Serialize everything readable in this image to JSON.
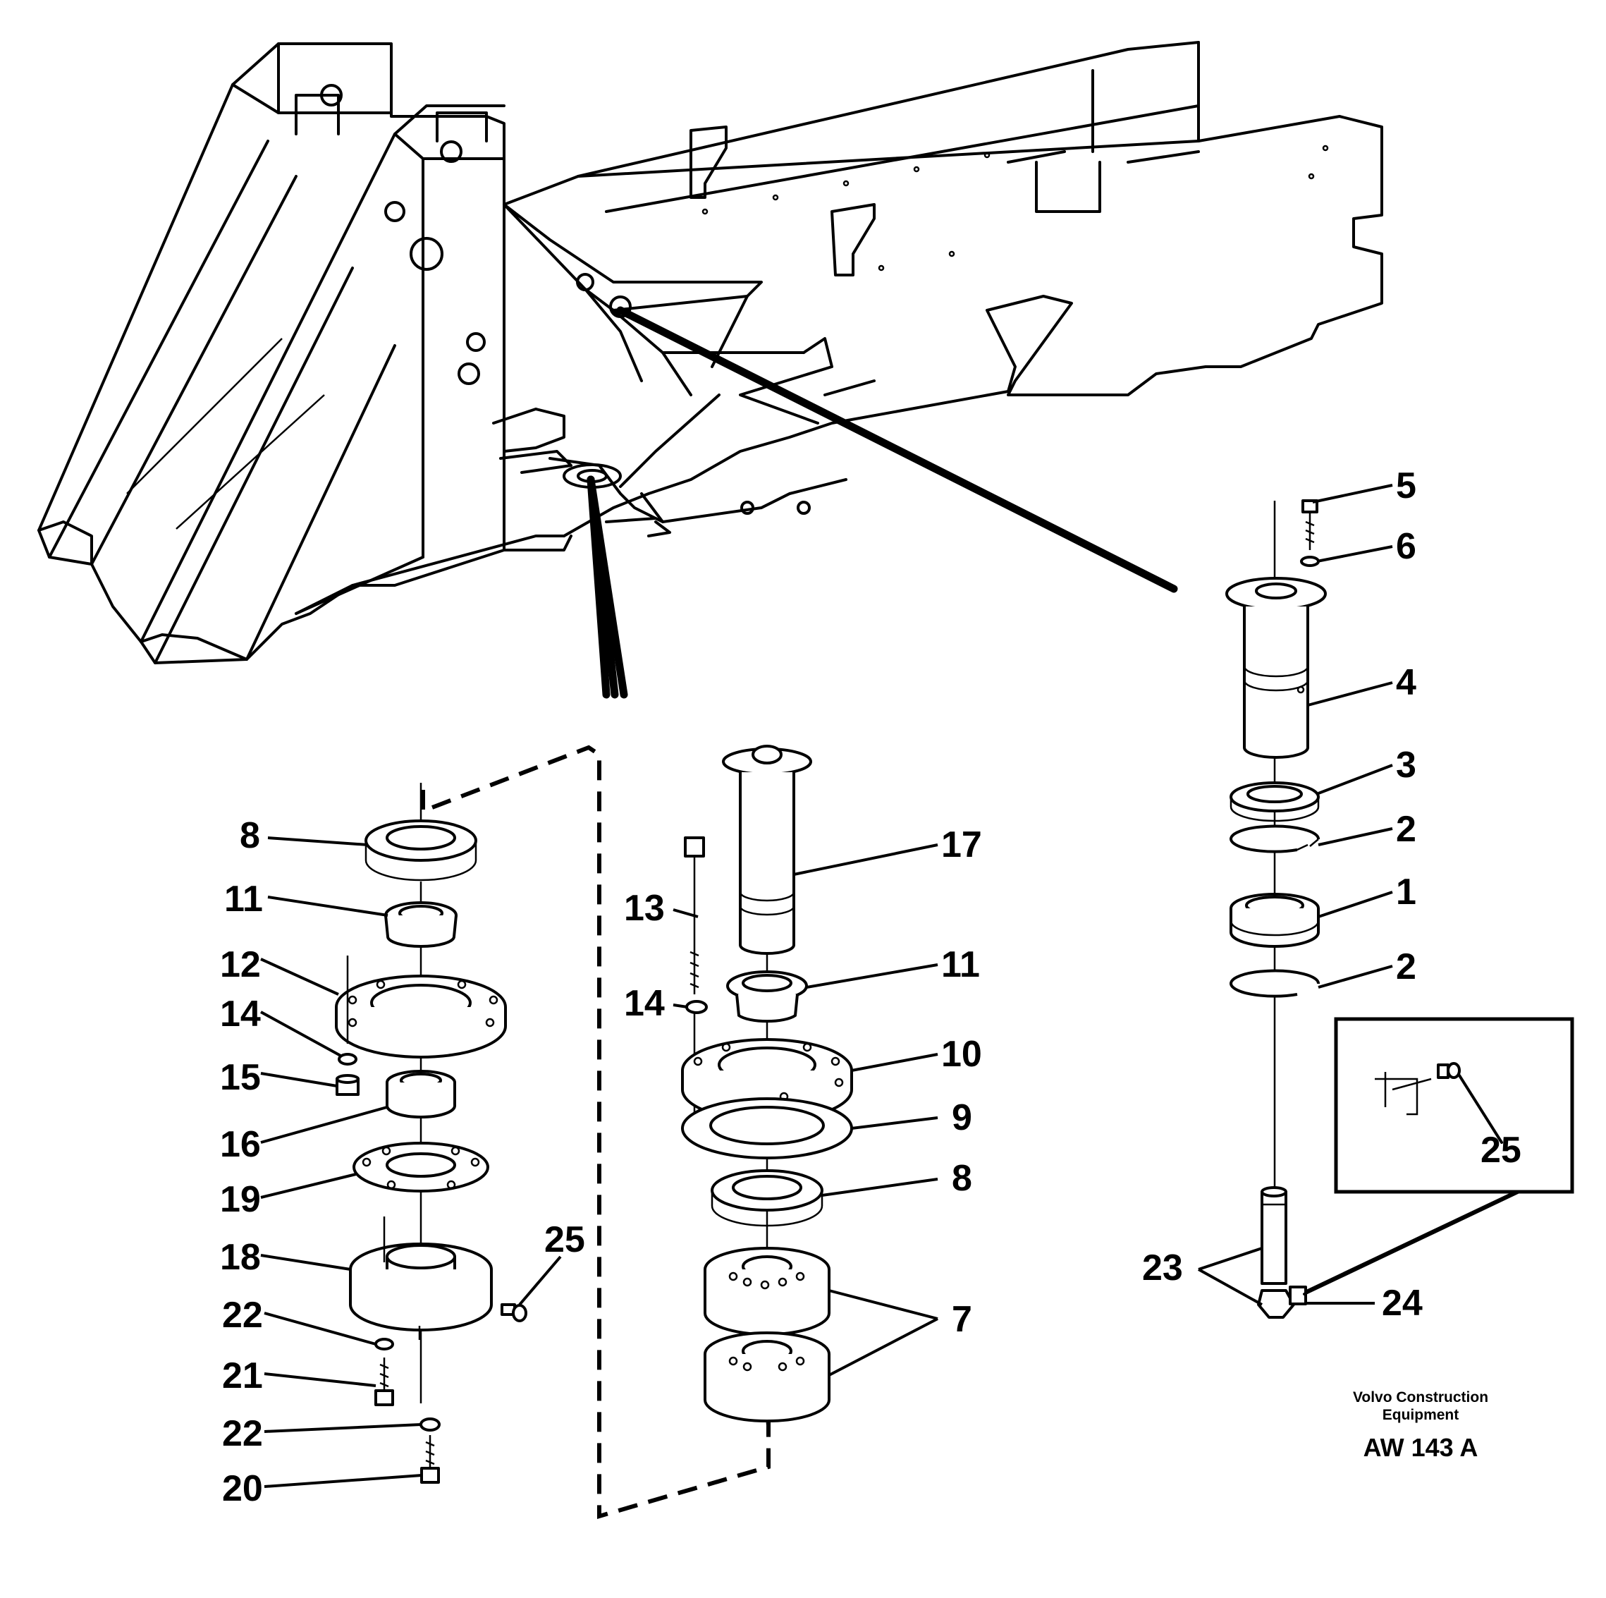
{
  "diagram": {
    "callouts": {
      "c5": "5",
      "c6": "6",
      "c4": "4",
      "c3": "3",
      "c2a": "2",
      "c1": "1",
      "c2b": "2",
      "c25box": "25",
      "c23": "23",
      "c24": "24",
      "c17": "17",
      "c13": "13",
      "c11m": "11",
      "c14m": "14",
      "c10": "10",
      "c9": "9",
      "c8m": "8",
      "c7": "7",
      "c8l": "8",
      "c11l": "11",
      "c12": "12",
      "c14l": "14",
      "c15": "15",
      "c16": "16",
      "c19": "19",
      "c18": "18",
      "c25l": "25",
      "c22a": "22",
      "c21": "21",
      "c22b": "22",
      "c20": "20"
    },
    "brand_line1": "Volvo Construction",
    "brand_line2": "Equipment",
    "figure_code": "AW 143 A"
  }
}
